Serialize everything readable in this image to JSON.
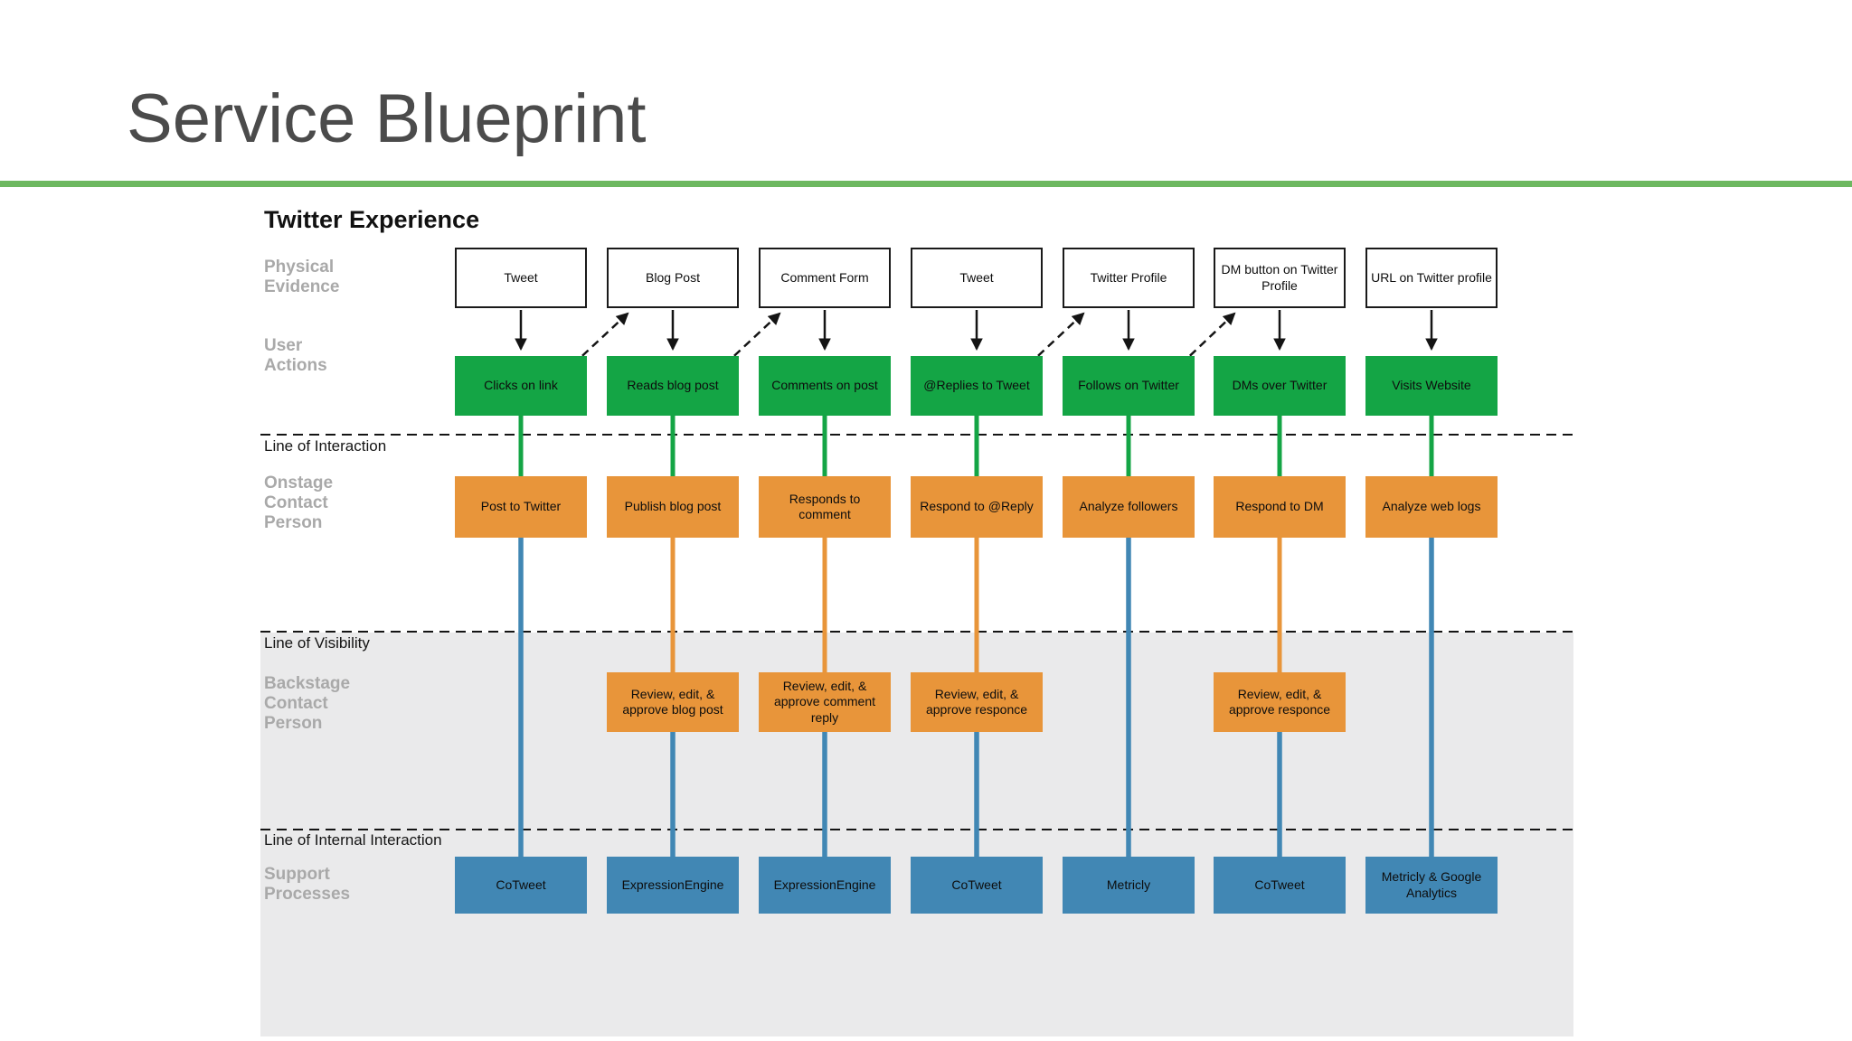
{
  "slide": {
    "title": "Service Blueprint"
  },
  "diagram": {
    "title": "Twitter Experience",
    "row_labels": [
      {
        "id": "physical-evidence",
        "label": "Physical Evidence"
      },
      {
        "id": "user-actions",
        "label": "User Actions"
      },
      {
        "id": "onstage-contact-person",
        "label": "Onstage Contact Person"
      },
      {
        "id": "backstage-contact-person",
        "label": "Backstage Contact Person"
      },
      {
        "id": "support-processes",
        "label": "Support Processes"
      }
    ],
    "divider_labels": [
      {
        "id": "line-of-interaction",
        "label": "Line of Interaction"
      },
      {
        "id": "line-of-visibility",
        "label": "Line of Visibility"
      },
      {
        "id": "line-of-internal-interaction",
        "label": "Line of Internal Interaction"
      }
    ],
    "columns": [
      {
        "physical_evidence": "Tweet",
        "user_action": "Clicks on link",
        "onstage": "Post to Twitter",
        "backstage": null,
        "support": "CoTweet"
      },
      {
        "physical_evidence": "Blog Post",
        "user_action": "Reads blog post",
        "onstage": "Publish blog post",
        "backstage": "Review, edit, & approve blog post",
        "support": "ExpressionEngine"
      },
      {
        "physical_evidence": "Comment Form",
        "user_action": "Comments on post",
        "onstage": "Responds to comment",
        "backstage": "Review, edit, & approve comment reply",
        "support": "ExpressionEngine"
      },
      {
        "physical_evidence": "Tweet",
        "user_action": "@Replies to Tweet",
        "onstage": "Respond to @Reply",
        "backstage": "Review, edit, & approve responce",
        "support": "CoTweet"
      },
      {
        "physical_evidence": "Twitter Profile",
        "user_action": "Follows on Twitter",
        "onstage": "Analyze followers",
        "backstage": null,
        "support": "Metricly"
      },
      {
        "physical_evidence": "DM button on Twitter Profile",
        "user_action": "DMs over Twitter",
        "onstage": "Respond to DM",
        "backstage": "Review, edit, & approve responce",
        "support": "CoTweet"
      },
      {
        "physical_evidence": "URL on Twitter profile",
        "user_action": "Visits Website",
        "onstage": "Analyze web logs",
        "backstage": null,
        "support": "Metricly & Google Analytics"
      }
    ],
    "forward_flow_arrows": [
      [
        0,
        1
      ],
      [
        1,
        2
      ],
      [
        3,
        4
      ],
      [
        4,
        5
      ]
    ],
    "colors": {
      "accent_green": "#6db860",
      "action_green": "#14a545",
      "contact_orange": "#e8953a",
      "support_blue": "#4187b4",
      "panel_gray": "#eaeaeb",
      "label_gray": "#a9a9a9",
      "title_gray": "#4b4b4b",
      "line_black": "#141414"
    }
  }
}
